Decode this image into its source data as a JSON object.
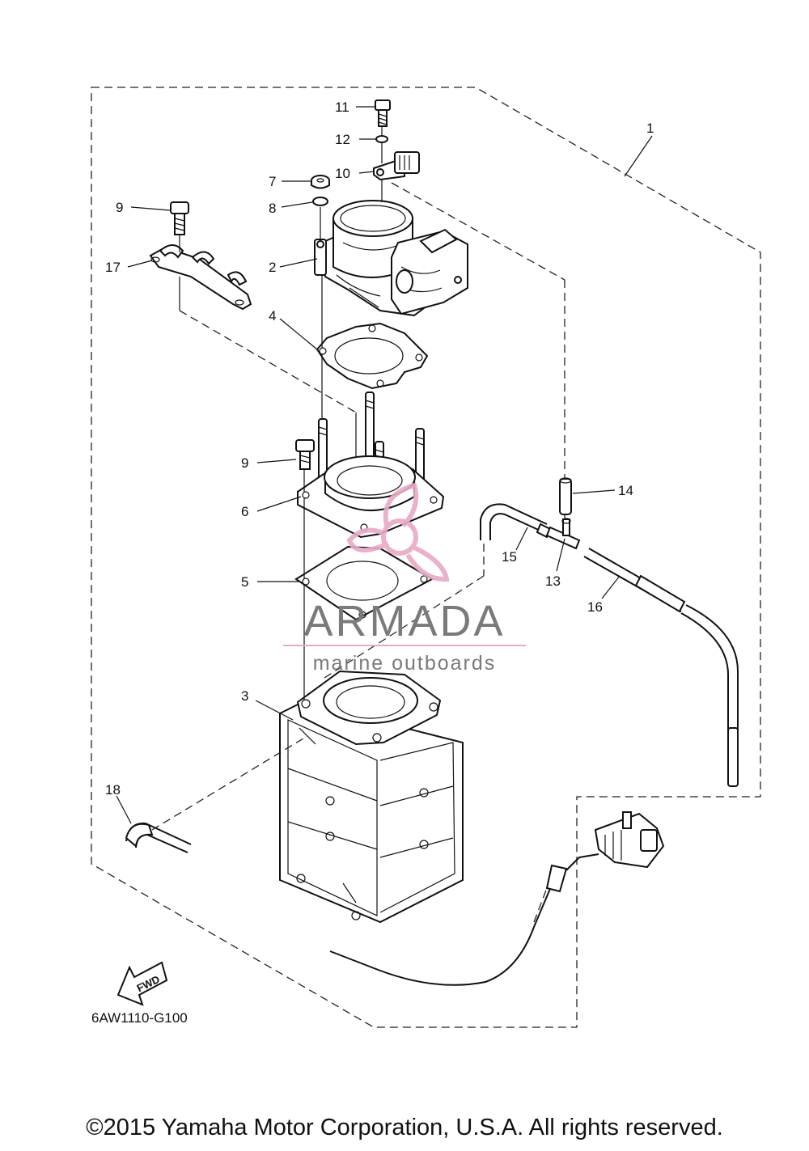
{
  "diagram": {
    "callouts": [
      "1",
      "2",
      "3",
      "4",
      "5",
      "6",
      "7",
      "8",
      "9",
      "10",
      "11",
      "12",
      "13",
      "14",
      "15",
      "16",
      "17",
      "18"
    ],
    "watermark": {
      "brand": "ARMADA",
      "tagline": "marine outboards",
      "color_pink": "#e8a9c8",
      "color_gray": "#7a7a7a"
    },
    "direction_label": "FWD",
    "reference_code": "6AW1110-G100"
  },
  "footer": {
    "copyright": "©2015 Yamaha Motor Corporation, U.S.A. All rights reserved."
  }
}
